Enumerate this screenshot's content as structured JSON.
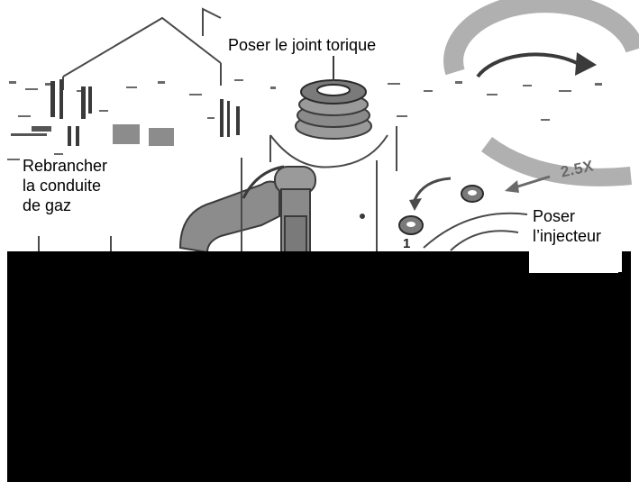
{
  "callouts": {
    "o_ring": "Poser le joint torique",
    "gas_line": {
      "line1": "Rebrancher",
      "line2": "la conduite",
      "line3": "de gaz"
    },
    "injector": {
      "line1": "Poser",
      "line2": "l’injecteur"
    }
  },
  "rotation_label": "2.5X",
  "step_number": "1",
  "colors": {
    "line_art": "#4a4a4a",
    "part_grey": "#8c8c8c",
    "part_dark": "#5a5a5a",
    "redaction": "#000000",
    "background": "#ffffff"
  }
}
